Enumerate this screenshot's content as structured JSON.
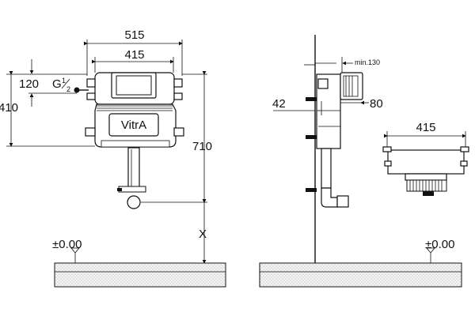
{
  "front_view": {
    "dim_width_outer": "515",
    "dim_width_inner": "415",
    "dim_inlet_height": "120",
    "dim_inlet_thread_prefix": "G",
    "dim_inlet_thread_num": "1",
    "dim_inlet_thread_den": "2",
    "dim_tank_height": "410",
    "dim_total_height": "710",
    "dim_floor_offset": "X",
    "brand_logo": "VitrA",
    "floor_level": "±0.00"
  },
  "side_view": {
    "dim_min_clearance": "min.130",
    "dim_depth": "42",
    "dim_offset": "80",
    "floor_level": "±0.00"
  },
  "top_view": {
    "dim_width": "415"
  }
}
